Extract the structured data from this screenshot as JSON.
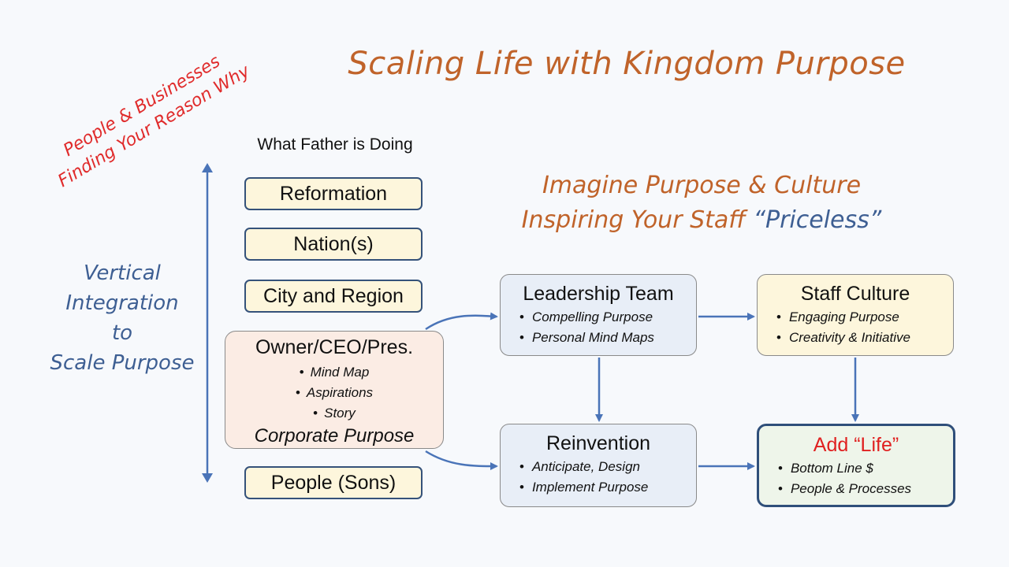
{
  "title": "Scaling Life with Kingdom Purpose",
  "tagline": {
    "line1": "People & Businesses",
    "line2": "Finding Your Reason Why"
  },
  "subtitle": {
    "line1": "Imagine Purpose & Culture",
    "line2_prefix": "Inspiring Your Staff ",
    "line2_accent": "“Priceless”"
  },
  "vertical_label": {
    "line1": "Vertical",
    "line2": "Integration",
    "line3": "to",
    "line4": "Scale Purpose"
  },
  "column_heading": "What Father is Doing",
  "levels": {
    "reformation": "Reformation",
    "nations": "Nation(s)",
    "city_region": "City and Region",
    "people": "People (Sons)"
  },
  "owner": {
    "title": "Owner/CEO/Pres.",
    "items": [
      "Mind Map",
      "Aspirations",
      "Story"
    ],
    "footer": "Corporate Purpose"
  },
  "leadership": {
    "title": "Leadership Team",
    "items": [
      "Compelling Purpose",
      "Personal Mind Maps"
    ]
  },
  "staff": {
    "title": "Staff Culture",
    "items": [
      "Engaging Purpose",
      "Creativity & Initiative"
    ]
  },
  "reinvention": {
    "title": "Reinvention",
    "items": [
      "Anticipate, Design",
      "Implement Purpose"
    ]
  },
  "life": {
    "title": "Add “Life”",
    "items": [
      "Bottom Line $",
      "People & Processes"
    ]
  },
  "colors": {
    "title_orange": "#c0632a",
    "accent_blue": "#3e5f93",
    "tagline_red": "#e02b2b",
    "arrow_blue": "#4a74b8",
    "box_border": "#35527a"
  }
}
